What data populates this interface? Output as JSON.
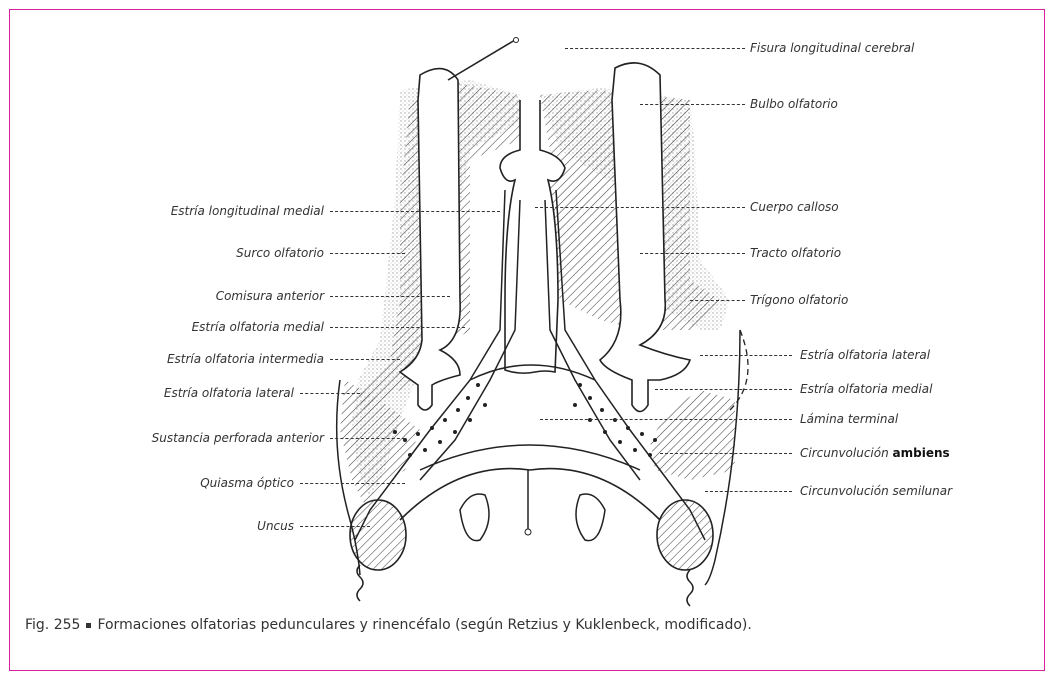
{
  "figure": {
    "number": "Fig. 255",
    "caption": "Formaciones olfatorias pedunculares y rinencéfalo (según Retzius y Kuklenbeck, modificado)."
  },
  "labels_left": [
    "Estría longitudinal medial",
    "Surco olfatorio",
    "Comisura anterior",
    "Estría olfatoria medial",
    "Estría olfatoria intermedia",
    "Estría olfatoria lateral",
    "Sustancia perforada anterior",
    "Quiasma óptico",
    "Uncus"
  ],
  "labels_right": [
    "Fisura longitudinal cerebral",
    "Bulbo olfatorio",
    "Cuerpo calloso",
    "Tracto olfatorio",
    "Trígono olfatorio",
    "Estría olfatoria lateral",
    "Estría olfatoria medial",
    "Lámina terminal",
    "Circunvolución",
    "Circunvolución semilunar"
  ],
  "label_emphasis": {
    "circunvolucion_ambiens": "ambiens"
  }
}
